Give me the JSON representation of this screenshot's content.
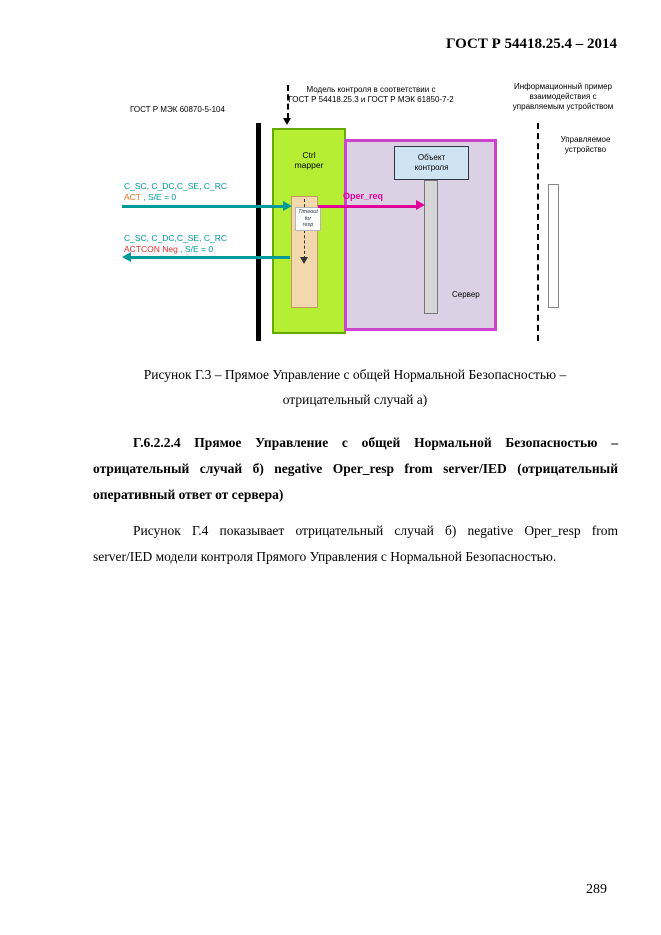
{
  "page": {
    "header": "ГОСТ Р 54418.25.4 – 2014",
    "caption": "Рисунок Г.3 – Прямое Управление с общей Нормальной Безопасностью –\nотрицательный случай а)",
    "heading": "Г.6.2.2.4 Прямое Управление с общей Нормальной Безопасностью – отрицательный случай б) negative Oper_resp from server/IED (отрицательный оперативный ответ от сервера)",
    "body": "Рисунок Г.4 показывает отрицательный случай б) negative Oper_resp from server/IED модели контроля Прямого Управления с Нормальной Безопасностью.",
    "page_number": "289"
  },
  "diagram": {
    "model_label": "Модель контроля в соответствии с\nГОСТ Р 54418.25.3 и  ГОСТ Р МЭК 61850-7-2",
    "info_label": "Информационный пример\nвзаимодействия с\nуправляемым устройством",
    "protocol_label": "ГОСТ Р МЭК 60870-5-104",
    "device_label": "Управляемое\nустройство",
    "ctrl_mapper_label": "Ctrl\nmapper",
    "timeout_label": "Timeout\nfor\nresp",
    "control_object_label": "Объект\nконтроля",
    "server_label": "Сервер",
    "oper_req_label": "Oper_req",
    "request": {
      "line1": "C_SC, C_DC,C_SE, C_RC",
      "act": "ACT",
      "suffix": " , S/E = 0"
    },
    "response": {
      "line1": "C_SC, C_DC,C_SE, C_RC",
      "act": "ACTCON Neg",
      "suffix": " , S/E = 0"
    },
    "colors": {
      "teal": "#009a9a",
      "orange": "#e07020",
      "red": "#e03030",
      "magenta": "#e0009a",
      "green_fill": "#b6ee33",
      "green_border": "#66aa00",
      "purple_fill": "#dcd0e4",
      "purple_border": "#cc44cc",
      "blue_fill": "#cfe4f2",
      "tan_fill": "#f2d8ac"
    }
  }
}
